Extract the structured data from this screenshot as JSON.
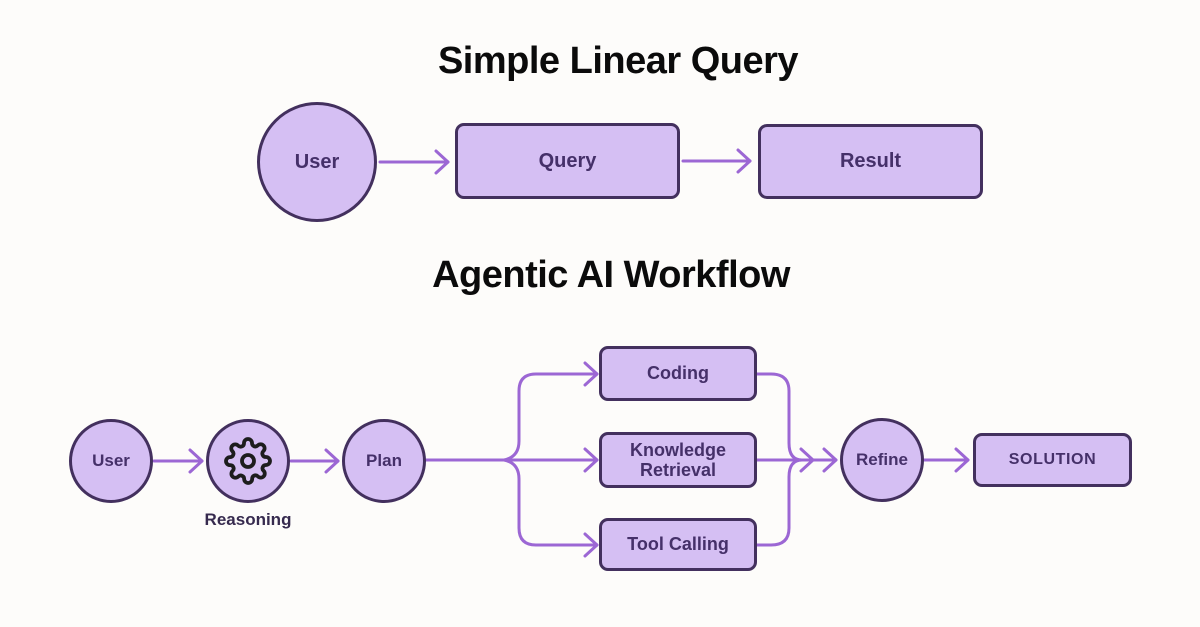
{
  "colors": {
    "background": "#fdfcfa",
    "node_fill": "#d5bff3",
    "node_border": "#43305e",
    "arrow": "#9c67d4",
    "node_text": "#453069",
    "title_text": "#0b0b0b",
    "caption_text": "#362a4e",
    "gear_icon": "#1d1d1d"
  },
  "icons": {
    "reasoning": "gear-icon"
  },
  "linear": {
    "title": "Simple Linear Query",
    "nodes": {
      "user": "User",
      "query": "Query",
      "result": "Result"
    }
  },
  "agentic": {
    "title": "Agentic AI Workflow",
    "nodes": {
      "user": "User",
      "reasoning_caption": "Reasoning",
      "plan": "Plan",
      "coding": "Coding",
      "knowledge_retrieval": "Knowledge Retrieval",
      "tool_calling": "Tool Calling",
      "refine": "Refine",
      "solution": "SOLUTION"
    }
  }
}
